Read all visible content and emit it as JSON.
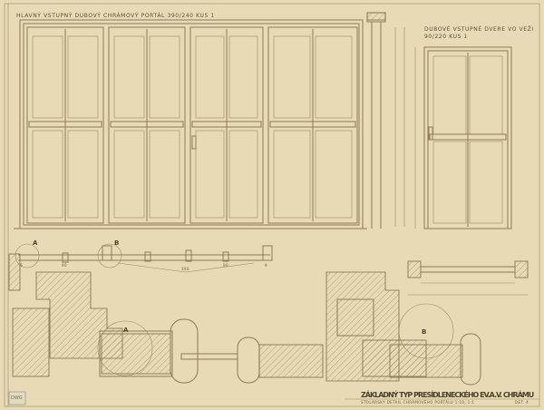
{
  "main_portal": {
    "title": "HLAVNÝ VSTUPNÝ DUBOVÝ CHRÁMOVÝ PORTÁL  390/240  KUS 1"
  },
  "tower_door": {
    "title_line1": "DUBOVÉ VSTUPNÉ DVERE VO VEŽI",
    "title_line2": "90/220  KUS 1"
  },
  "plan": {
    "labels": [
      "A",
      "B"
    ],
    "dimensions": [
      "9",
      "90",
      "390",
      "90",
      "9"
    ]
  },
  "sections": {
    "labels": [
      "A",
      "B"
    ]
  },
  "title_block": {
    "title": "ZÁKLADNÝ TYP PRESÍDLENECKÉHO EV.A.V. CHRÁMU",
    "subtitle": "STOLÁRSKY DETAIL CHRÁMOVÉHO PORTÁLU  1:10,  1:1",
    "sheet": "DET. 4"
  },
  "stamp": {
    "text": "DWG"
  }
}
